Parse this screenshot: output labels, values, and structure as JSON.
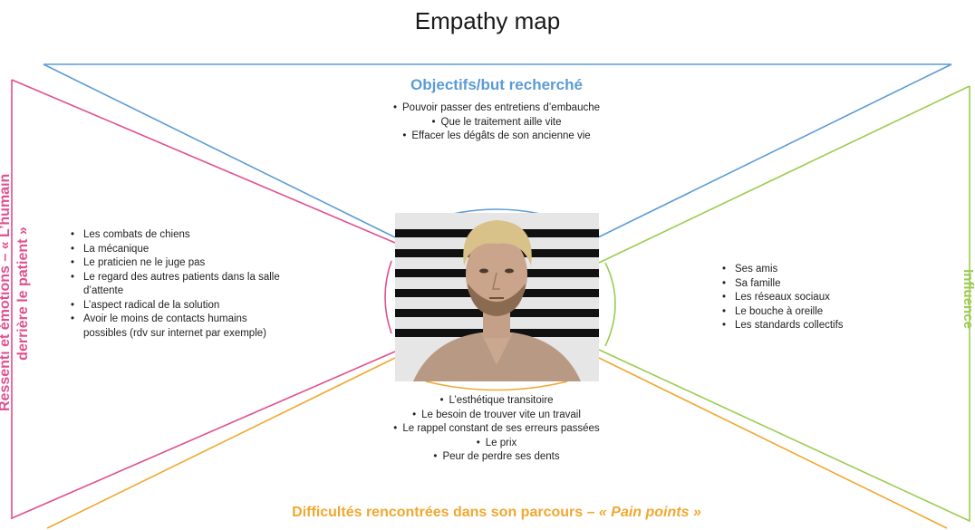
{
  "title": "Empathy map",
  "colors": {
    "goals": "#5b9bd5",
    "feelings": "#e0508f",
    "influence": "#9bcc50",
    "pain": "#f0a830"
  },
  "goals": {
    "heading": "Objectifs/but recherché",
    "items": [
      "Pouvoir passer des entretiens d’embauche",
      "Que le traitement aille vite",
      "Effacer les dégâts de son ancienne vie"
    ]
  },
  "feelings": {
    "heading_line1": "Ressenti et émotions – « L’humain",
    "heading_line2": "derrière le patient »",
    "items": [
      "Les combats de chiens",
      "La mécanique",
      "Le praticien ne le juge pas",
      "Le regard des autres patients dans la salle d’attente",
      "L’aspect radical de la solution",
      "Avoir le moins de contacts humains possibles (rdv sur internet par exemple)"
    ]
  },
  "influence": {
    "heading": "Influence",
    "items": [
      "Ses amis",
      "Sa famille",
      "Les réseaux sociaux",
      "Le bouche à oreille",
      "Les standards collectifs"
    ]
  },
  "pain": {
    "heading_prefix": "Difficultés rencontrées dans son parcours – ",
    "heading_emph": "« Pain points »",
    "items": [
      "L’esthétique transitoire",
      "Le besoin de trouver vite un travail",
      "Le rappel constant de ses erreurs passées",
      "Le prix",
      "Peur de perdre ses dents"
    ]
  },
  "persona_photo": "portrait-man-blond-hair-striped-background"
}
